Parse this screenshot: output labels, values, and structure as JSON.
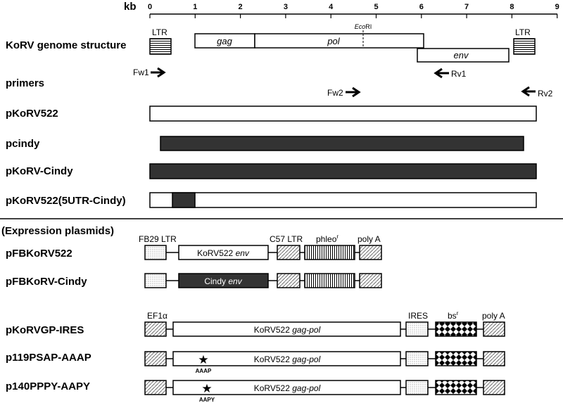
{
  "scale": {
    "unit": "kb",
    "ticks": [
      "0",
      "1",
      "2",
      "3",
      "4",
      "5",
      "6",
      "7",
      "8",
      "9"
    ]
  },
  "genome": {
    "label": "KoRV genome structure",
    "ltr_left": "LTR",
    "ltr_right": "LTR",
    "gag": "gag",
    "pol": "pol",
    "env": "env",
    "ecori_italic": "Eco",
    "ecori_rest": "RI"
  },
  "primers": {
    "label": "primers",
    "fw1": "Fw1",
    "rv1": "Rv1",
    "fw2": "Fw2",
    "rv2": "Rv2"
  },
  "constructs": {
    "pkorv522": "pKoRV522",
    "pcindy": "pcindy",
    "pkorv_cindy": "pKoRV-Cindy",
    "pkorv522_5utr": "pKoRV522(5UTR-Cindy)"
  },
  "expression": {
    "section_label": "(Expression plasmids)",
    "pfbkorv522": "pFBKoRV522",
    "pfbkorv_cindy": "pFBKoRV-Cindy",
    "fb29_ltr": "FB29 LTR",
    "c57_ltr": "C57 LTR",
    "phleo": "phleo",
    "phleo_sup": "r",
    "polya1": "poly A",
    "korv522_env_a": "KoRV522 ",
    "korv522_env_b": "env",
    "cindy_env_a": "Cindy ",
    "cindy_env_b": "env",
    "pkorvgp_ires": "pKoRVGP-IRES",
    "p119": "p119PSAP-AAAP",
    "p140": "p140PPPY-AAPY",
    "ef1a": "EF1α",
    "ires": "IRES",
    "bs": "bs",
    "bs_sup": "r",
    "polya2": "poly A",
    "gagpol_a": "KoRV522 ",
    "gagpol_b": "gag-pol",
    "star": "★",
    "aaap": "AAAP",
    "aapy": "AAPY"
  }
}
